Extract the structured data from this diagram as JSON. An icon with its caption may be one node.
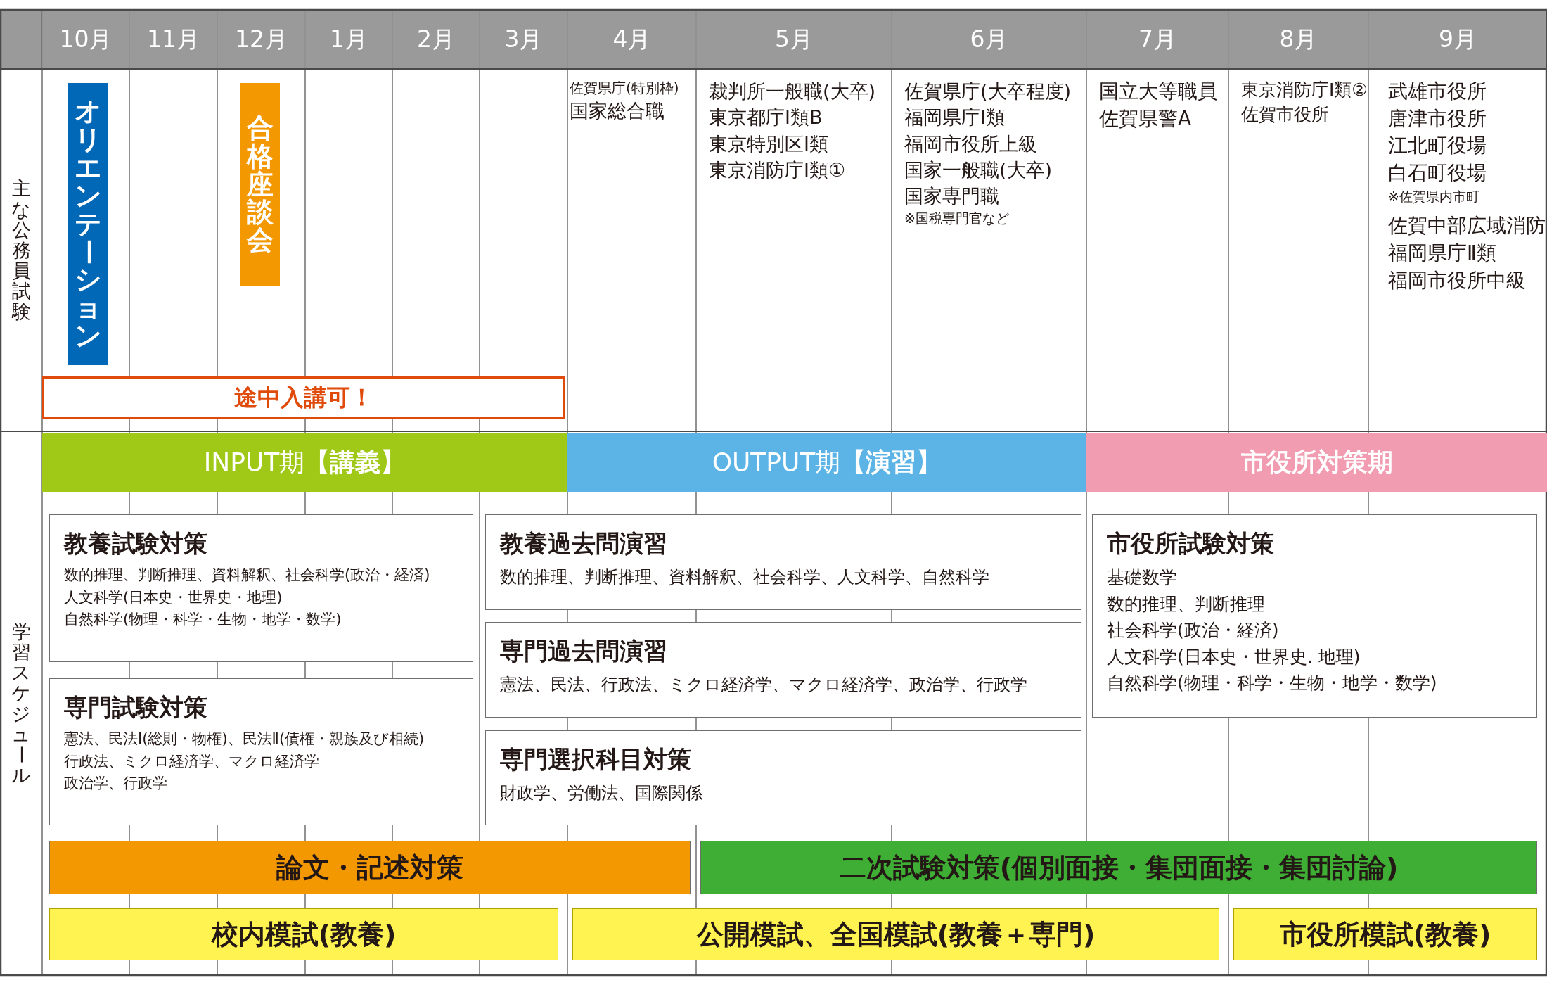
{
  "diagram": {
    "nodes": [
      {
        "text": [
          "オリエンテーション"
        ]
      },
      {
        "text": [
          "合格座談会"
        ]
      },
      {
        "text": [
          "途中入講可！"
        ]
      },
      {
        "text": [
          "INPUT期**【講義】**"
        ]
      },
      {
        "text": [
          "OUTPUT期**【演習】**"
        ]
      },
      {
        "text": [
          "市役所対策期"
        ]
      },
      {
        "text": [
          "教養試験対策",
          "数的推理、判断推理、資料解釈、社会科学(政治・経済)",
          "人文科学(日本史・世界史・地理)",
          "自然科学(物理・科学・生物・地学・数学)"
        ]
      },
      {
        "text": [
          "専門試験対策",
          "憲法、民法Ⅰ(総則・物権)、民法Ⅱ(債権・親族及び相続)",
          "行政法、ミクロ経済学、マクロ経済学",
          "政治学、行政学"
        ]
      },
      {
        "text": [
          "教養過去問演習",
          "数的推理、判断推理、資料解釈、社会科学、人文科学、自然科学"
        ]
      },
      {
        "text": [
          "専門過去問演習",
          "憲法、民法、行政法、ミクロ経済学、マクロ経済学、政治学、行政学"
        ]
      },
      {
        "text": [
          "専門選択科目対策",
          "財政学、労働法、国際関係"
        ]
      },
      {
        "text": [
          "市役所試験対策",
          "基礎数学",
          "数的推理、判断推理",
          "社会科学(政治・経済)",
          "人文科学(日本史・世界史. 地理)",
          "自然科学(物理・科学・生物・地学・数学)"
        ]
      },
      {
        "text": [
          "論文・記述対策"
        ]
      },
      {
        "text": [
          "二次試験対策(個別面接・集団面接・集団討論)"
        ]
      },
      {
        "text": [
          "校内模試(教養)"
        ]
      },
      {
        "text": [
          "公開模試、全国模試(教養＋専門)"
        ]
      },
      {
        "text": [
          "市役所模試(教養)"
        ]
      }
    ],
    "labels": [
      "10月",
      "11月",
      "12月",
      "1月",
      "2月",
      "3月",
      "4月",
      "5月",
      "6月",
      "7月",
      "8月",
      "9月",
      "主な公務員試験",
      "佐賀県庁(特別枠)",
      "国家総合職",
      "裁判所一般職(大卒)",
      "東京都庁Ⅰ類B",
      "東京特別区Ⅰ類",
      "東京消防庁Ⅰ類①",
      "佐賀県庁(大卒程度)",
      "福岡県庁Ⅰ類",
      "福岡市役所上級",
      "国家一般職(大卒)",
      "国家専門職",
      "※国税専門官など",
      "国立大等職員",
      "佐賀県警A",
      "東京消防庁Ⅰ類②",
      "佐賀市役所",
      "武雄市役所",
      "唐津市役所",
      "江北町役場",
      "白石町役場",
      "※佐賀県内市町",
      "佐賀中部広域消防",
      "福岡県庁Ⅱ類",
      "福岡市役所中級",
      "学習スケジュール"
    ]
  }
}
